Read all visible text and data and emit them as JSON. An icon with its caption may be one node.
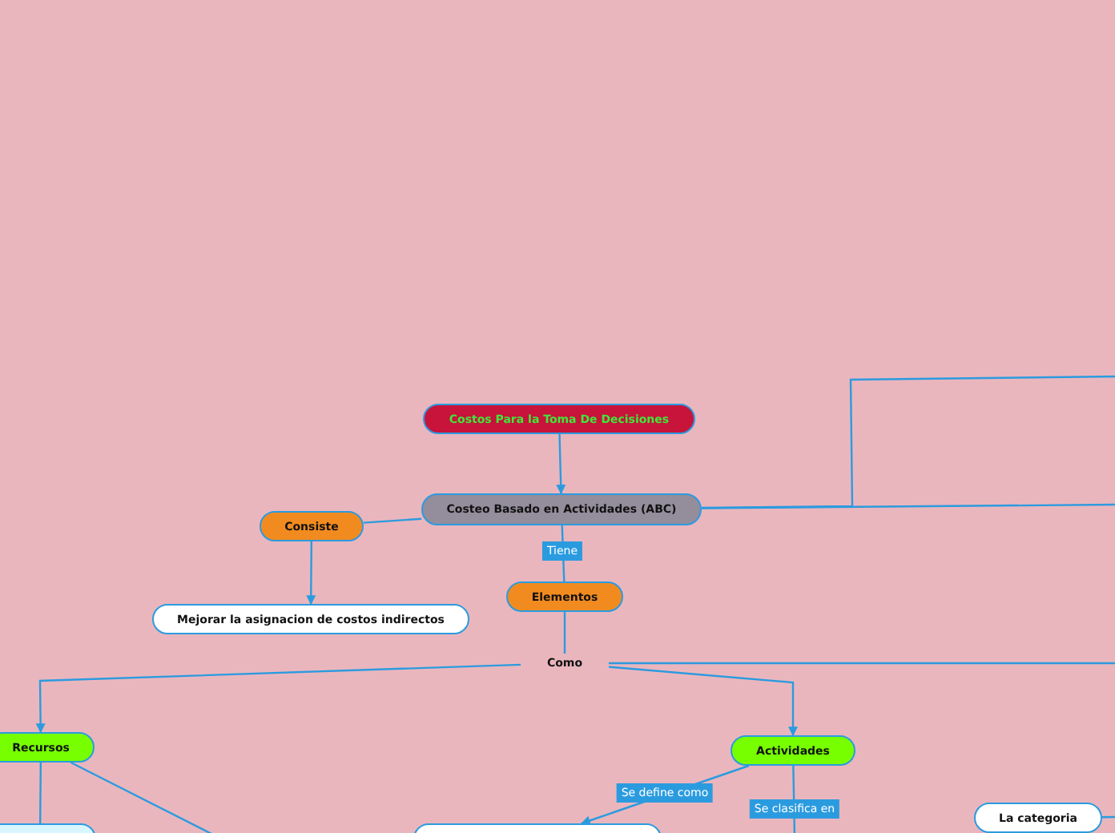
{
  "diagram": {
    "nodes": [
      {
        "text": [
          "Costos Para la Toma De Decisiones"
        ]
      },
      {
        "text": [
          "Costeo Basado en Actividades (ABC)"
        ]
      },
      {
        "text": [
          "Consiste"
        ]
      },
      {
        "text": [
          "Mejorar la asignacion de costos indirectos"
        ]
      },
      {
        "text": [
          "Elementos"
        ]
      },
      {
        "text": [
          "Como"
        ]
      },
      {
        "text": [
          "Recursos"
        ]
      },
      {
        "text": [
          "Actividades"
        ]
      },
      {
        "text": [],
        "shape": "box"
      },
      {
        "text": [],
        "shape": "box"
      },
      {
        "text": [
          "La categoria"
        ]
      }
    ],
    "edges": [
      {
        "from": 0,
        "to": 1,
        "arrow": "to"
      },
      {
        "from": 1,
        "to": 2,
        "arrow": "none"
      },
      {
        "from": 2,
        "to": 3,
        "arrow": "to"
      },
      {
        "from": 1,
        "to": 4,
        "arrow": "none",
        "label": "Tiene"
      },
      {
        "from": 4,
        "to": 5,
        "arrow": "none"
      },
      {
        "from": 5,
        "to": 6,
        "arrow": "to"
      },
      {
        "from": 5,
        "to": 7,
        "arrow": "to"
      },
      {
        "from": 6,
        "to": 8,
        "arrow": "none"
      },
      {
        "from": 6,
        "to": null,
        "arrow": "none"
      },
      {
        "from": 7,
        "to": 9,
        "arrow": "to",
        "label": "Se define como"
      },
      {
        "from": 7,
        "to": null,
        "arrow": "none",
        "label": "Se clasifica en"
      },
      {
        "from": 1,
        "to": null,
        "arrow": "none"
      },
      {
        "from": 1,
        "to": null,
        "arrow": "none"
      },
      {
        "from": 5,
        "to": null,
        "arrow": "none"
      },
      {
        "from": 10,
        "to": null,
        "arrow": "none"
      }
    ]
  }
}
